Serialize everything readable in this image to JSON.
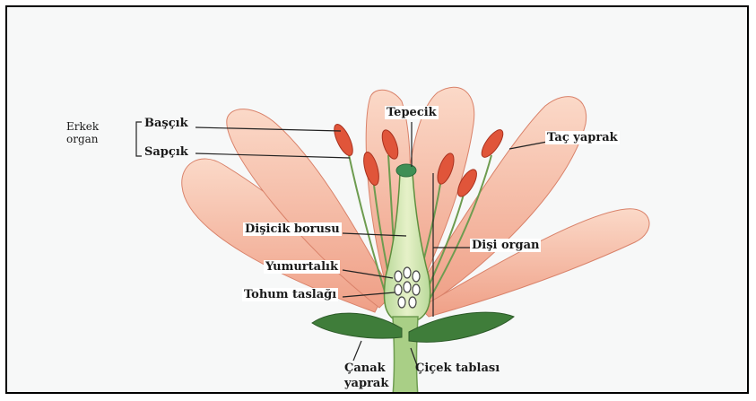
{
  "diagram": {
    "group_label_line1": "Erkek",
    "group_label_line2": "organ",
    "labels": {
      "bascik": "Başçık",
      "sapcik": "Sapçık",
      "tepecik": "Tepecik",
      "tac_yaprak": "Taç yaprak",
      "disicik_borusu": "Dişicik borusu",
      "disi_organ": "Dişi organ",
      "yumurtalik": "Yumurtalık",
      "tohum_taslagi": "Tohum taslağı",
      "canak_yaprak_line1": "Çanak",
      "canak_yaprak_line2": "yaprak",
      "cicek_tablasi": "Çiçek tablası"
    }
  },
  "colors": {
    "petal": "#f2b49b",
    "petal_edge": "#d9826a",
    "stem": "#9cc77a",
    "sepal": "#3f7d3a",
    "anther": "#e0553a",
    "leader": "#222222"
  }
}
